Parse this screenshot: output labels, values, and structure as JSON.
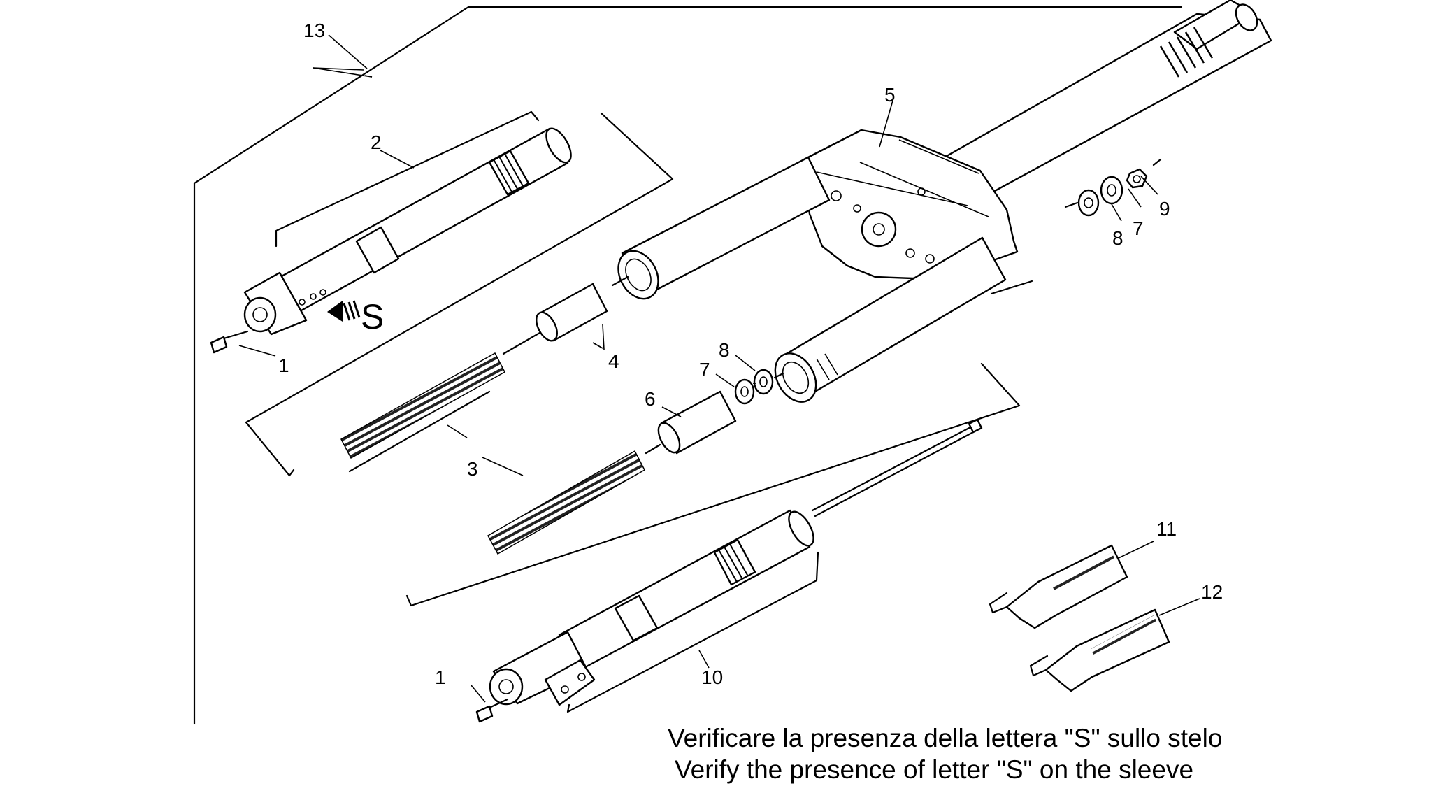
{
  "callouts": {
    "c1a": "1",
    "c1b": "1",
    "c2": "2",
    "c3": "3",
    "c4": "4",
    "c5": "5",
    "c6": "6",
    "c7a": "7",
    "c7b": "7",
    "c8a": "8",
    "c8b": "8",
    "c9": "9",
    "c10": "10",
    "c11": "11",
    "c12": "12",
    "c13": "13"
  },
  "marker": "S",
  "notes": {
    "italian": "Verificare la presenza della lettera \"S\" sullo stelo",
    "english": "Verify the presence of letter \"S\" on the sleeve"
  }
}
